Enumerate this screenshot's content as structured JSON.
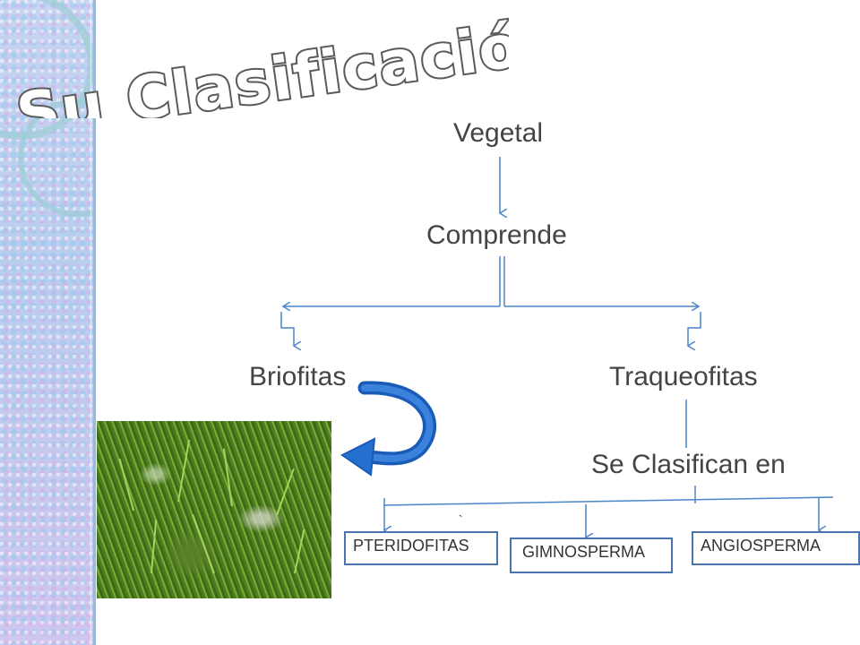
{
  "title": "Su Clasificación",
  "nodes": {
    "vegetal": "Vegetal",
    "comprende": "Comprende",
    "briofitas": "Briofitas",
    "traqueofitas": "Traqueofitas",
    "se_clasifican": "Se Clasifican en"
  },
  "boxes": {
    "pteridofitas": "PTERIDOFITAS",
    "gimnosperma": "GIMNOSPERMA",
    "angiosperma": "ANGIOSPERMA"
  },
  "stray_mark": "`",
  "colors": {
    "connector": "#4a86c8",
    "box_border": "#4a73b0",
    "curved_arrow": "#1f63c2",
    "title_fill": "#ffffff",
    "title_stroke": "#5a5a5a"
  },
  "icons": {
    "curved_arrow": "curved-arrow-icon",
    "photo": "moss-photo"
  }
}
